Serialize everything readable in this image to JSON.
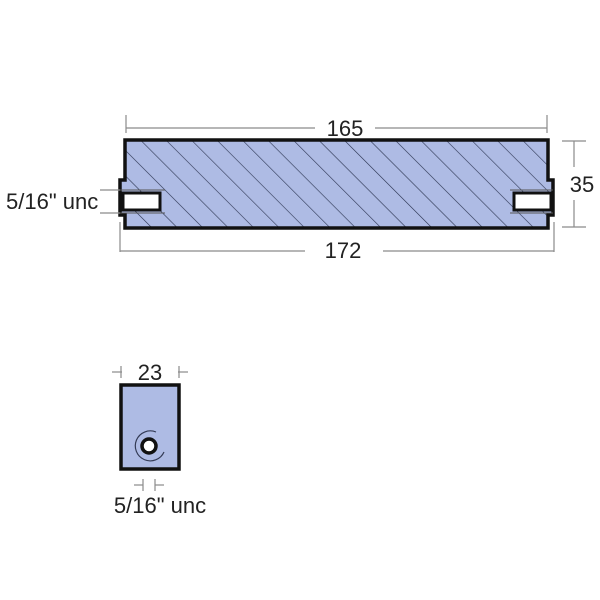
{
  "colors": {
    "fill": "#AEBBE4",
    "outline": "#111111",
    "hatch": "#2a3350",
    "dimension_line": "#8a8a8a",
    "text": "#222222",
    "hole": "#ffffff"
  },
  "side_view": {
    "top_length_label": "165",
    "bottom_length_label": "172",
    "height_label": "35",
    "thread_label": "5/16\" unc"
  },
  "end_view": {
    "width_label": "23",
    "thread_label": "5/16\" unc"
  }
}
